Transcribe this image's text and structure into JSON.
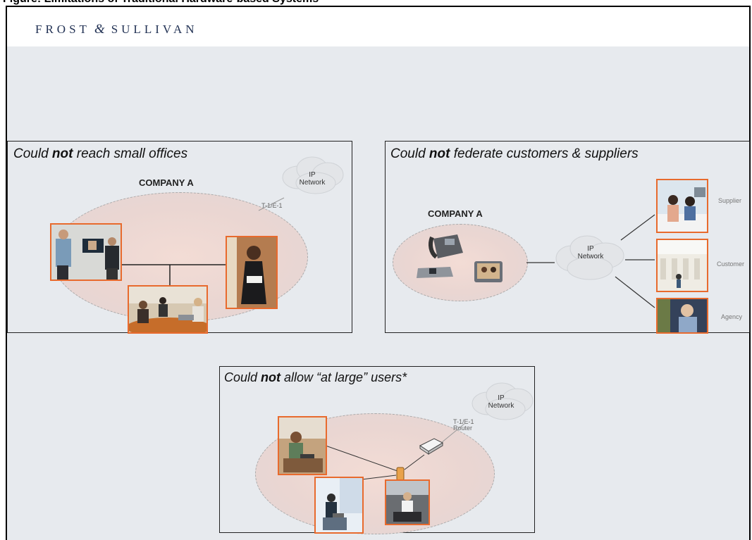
{
  "page": {
    "figure_caption": "Figure: Limitations of Traditional Hardware-based Systems",
    "logo": {
      "left": "FROST",
      "amp": "&",
      "right": "SULLIVAN"
    }
  },
  "panels": {
    "small_offices": {
      "title_pre": "Could ",
      "title_bold": "not",
      "title_post": " reach small offices",
      "company": "COMPANY A",
      "cloud": {
        "line1": "IP",
        "line2": "Network"
      },
      "link_label": "T-1/E-1"
    },
    "federate": {
      "title_pre": "Could ",
      "title_bold": "not",
      "title_post": " federate customers & suppliers",
      "company": "COMPANY A",
      "cloud": {
        "line1": "IP",
        "line2": "Network"
      },
      "partners": [
        "Supplier",
        "Customer",
        "Agency"
      ]
    },
    "at_large": {
      "title_pre": "Could ",
      "title_bold": "not",
      "title_post": " allow “at large” users*",
      "cloud": {
        "line1": "IP",
        "line2": "Network"
      },
      "link_label_1": "T-1/E-1",
      "link_label_2": "Router"
    }
  },
  "colors": {
    "accent_border": "#e86a2d",
    "ellipse_fill": "#ead6d2",
    "background": "#e7eaee",
    "logo": "#1f2f52"
  }
}
